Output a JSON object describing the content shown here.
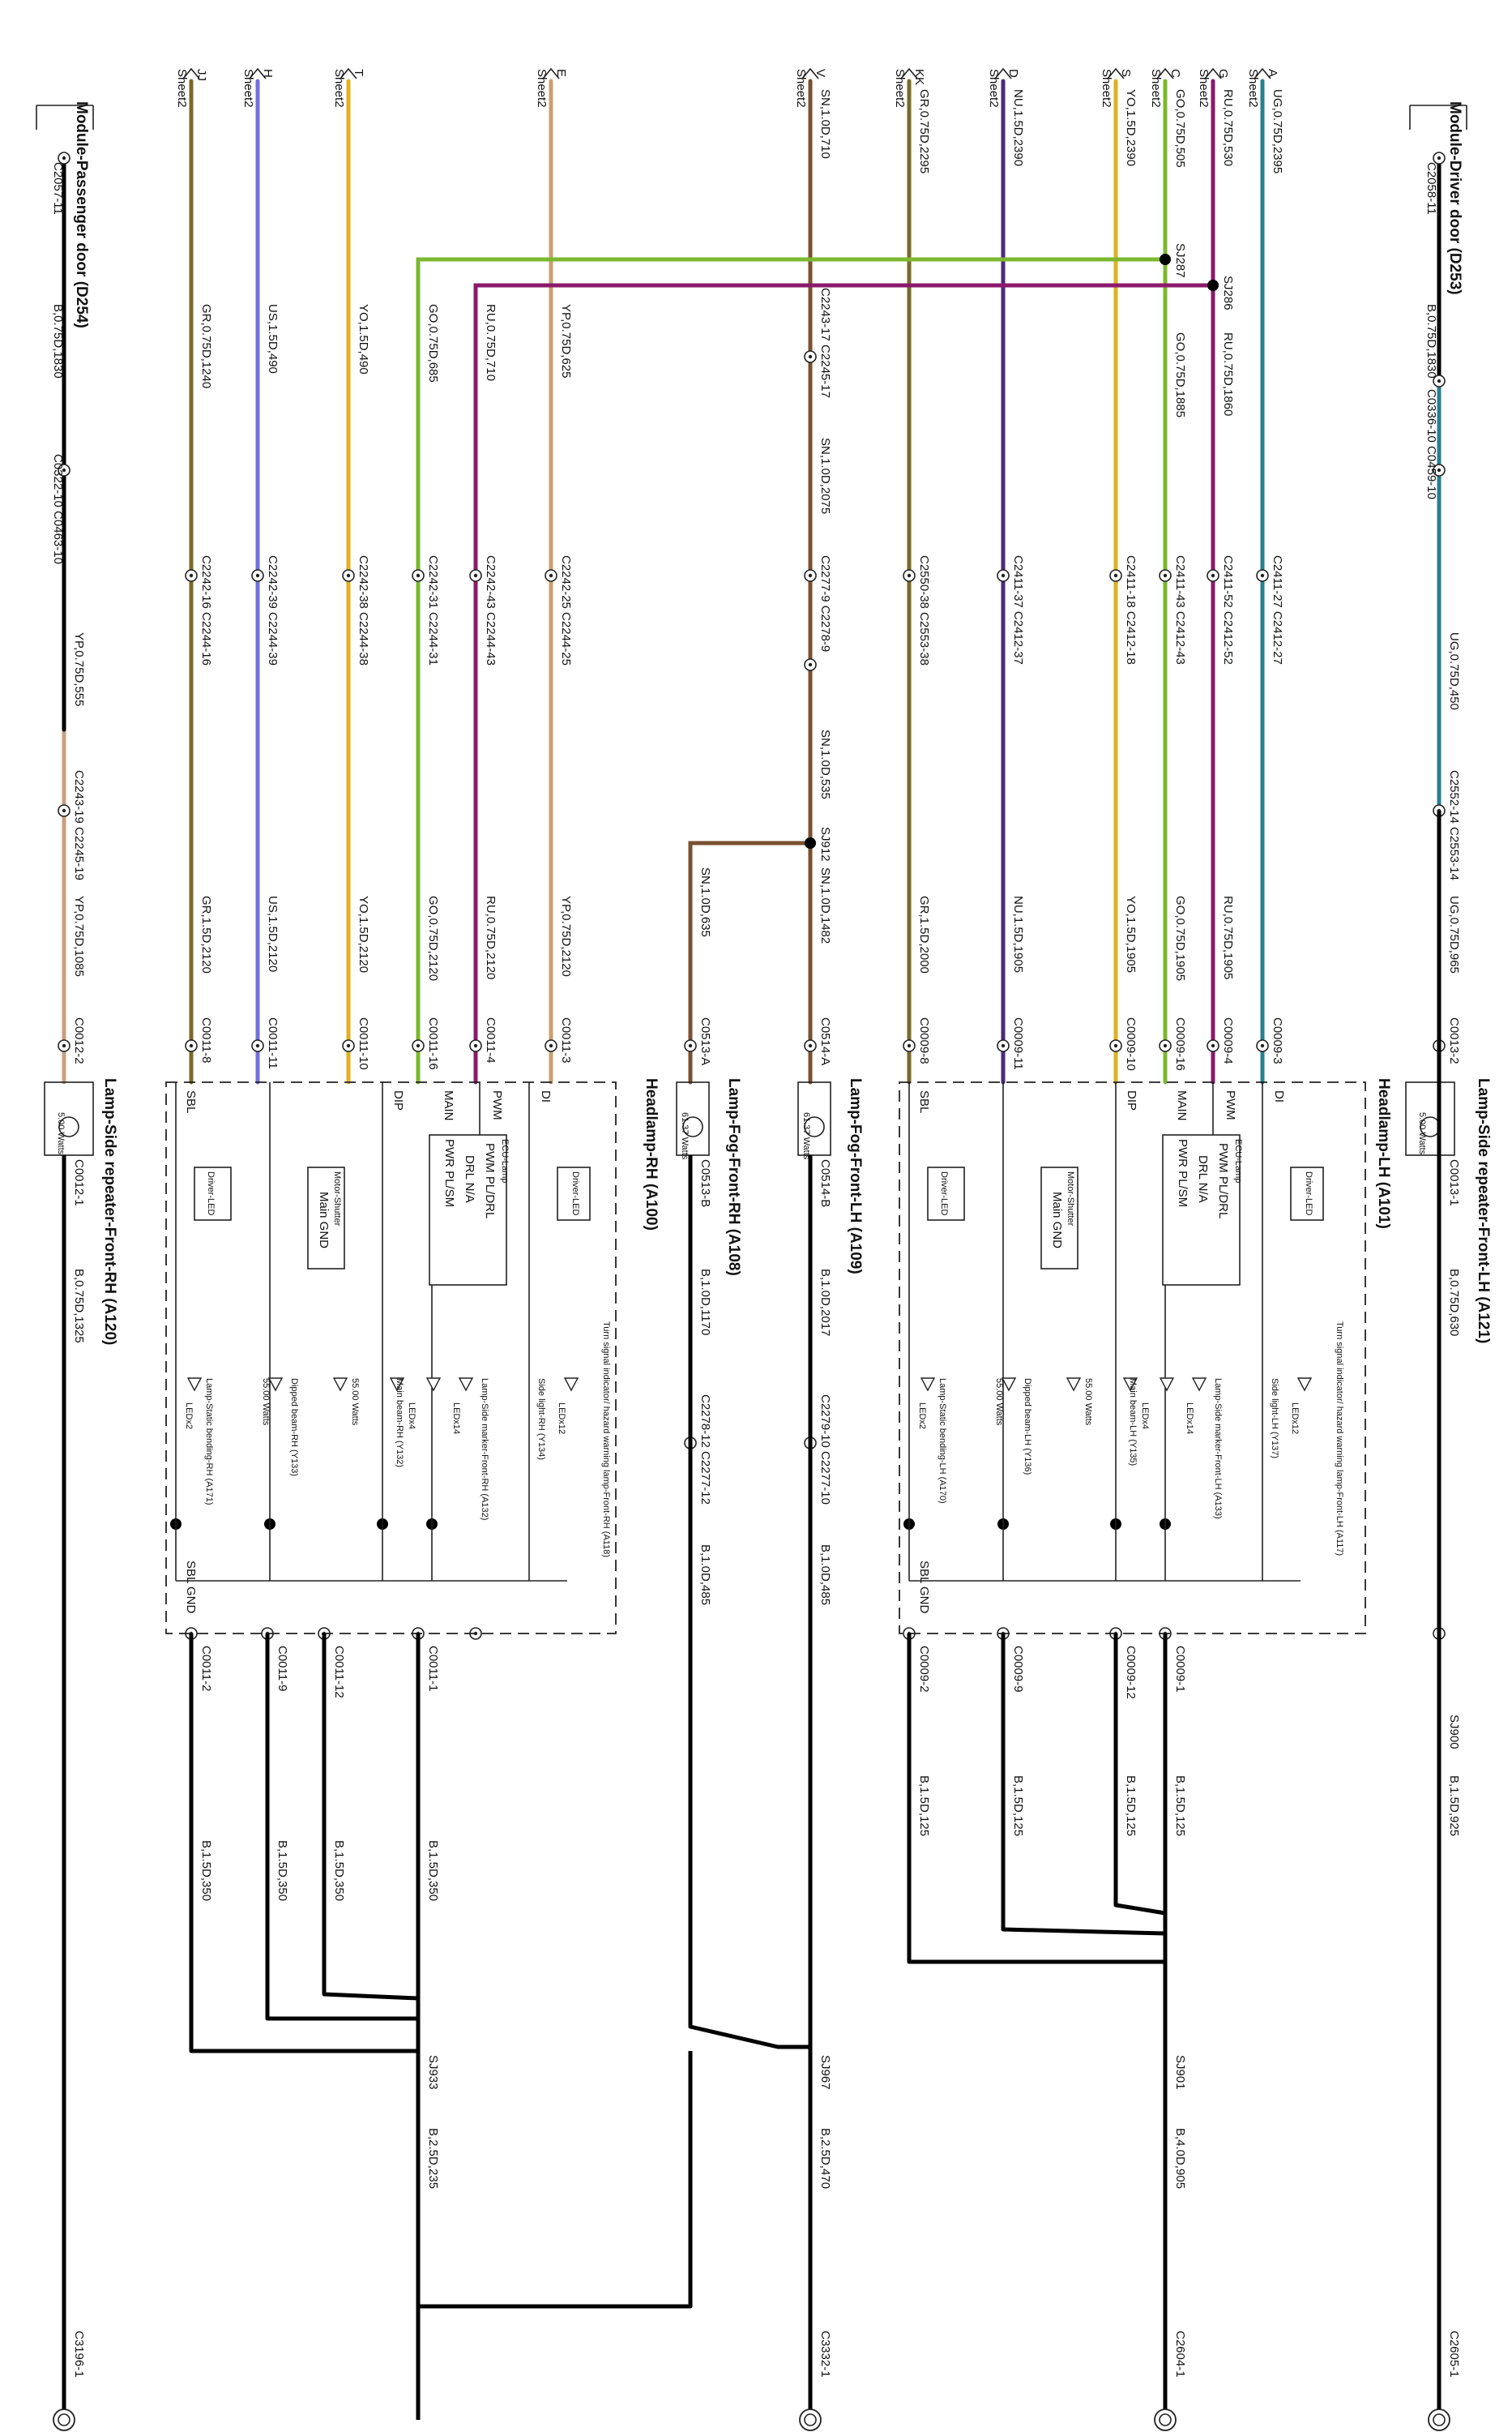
{
  "colors": {
    "G": "#8b1a6b",
    "C": "#7cb82f",
    "A": "#2a7f8f",
    "S": "#e0b020",
    "D": "#4b2a78",
    "KK": "#7a6a2a",
    "V": "#7a5030",
    "E": "#c8a070",
    "T": "#e0b020",
    "H": "#7070e0",
    "JJ": "#7a6a2a",
    "B": "#000000",
    "YP": "#c8a080"
  },
  "sheet_label": "Sheet2",
  "sheet_arrows": [
    {
      "id": "A",
      "letter": "A"
    },
    {
      "id": "G",
      "letter": "G"
    },
    {
      "id": "C",
      "letter": "C"
    },
    {
      "id": "S",
      "letter": "S"
    },
    {
      "id": "D",
      "letter": "D"
    },
    {
      "id": "KK",
      "letter": "KK"
    },
    {
      "id": "V",
      "letter": "V"
    },
    {
      "id": "E",
      "letter": "E"
    },
    {
      "id": "T",
      "letter": "T"
    },
    {
      "id": "H",
      "letter": "H"
    },
    {
      "id": "JJ",
      "letter": "JJ"
    }
  ],
  "modules": {
    "driver": {
      "title": "Module-Driver door (D253)",
      "pin": "C2058-11",
      "wire1": "B,0.75D,1830",
      "conn": "C0336-10 C0459-10"
    },
    "passenger": {
      "title": "Module-Passenger door (D254)",
      "pin": "C2057-11",
      "wire1": "B,0.75D,1830",
      "conn": "C0322-10 C0463-10"
    }
  },
  "wire_labels": [
    "UG,0.75D,2395",
    "RU,0.75D,530",
    "GO,0.75D,505",
    "YO,1.5D,2390",
    "NU,1.5D,2390",
    "GR,0.75D,2295",
    "SN,1.0D,710",
    "SJ287",
    "SJ286",
    "GO,0.75D,1885",
    "RU,0.75D,1860",
    "C2243-17 C2245-17",
    "SN,1.0D,2075",
    "YP,0.75D,625",
    "RU,0.75D,710",
    "GO,0.75D,685",
    "YO,1.5D,490",
    "US,1.5D,490",
    "GR,0.75D,1240",
    "C2411-27 C2412-27",
    "C2411-52 C2412-52",
    "C2411-43 C2412-43",
    "C2411-18 C2412-18",
    "C2411-37 C2412-37",
    "C2550-38 C2553-38",
    "C2277-9 C2278-9",
    "C2242-25 C2244-25",
    "C2242-43 C2244-43",
    "C2242-31 C2244-31",
    "C2242-38 C2244-38",
    "C2242-39 C2244-39",
    "C2242-16 C2244-16",
    "UG,0.75D,450",
    "SN,1.0D,535",
    "YP,0.75D,555",
    "C2552-14 C2553-14",
    "C2243-19 C2245-19",
    "SJ912",
    "SN,1.0D,1482",
    "SN,1.0D,635",
    "UG,0.75D,965",
    "RU,0.75D,1905",
    "GO,0.75D,1905",
    "YO,1.5D,1905",
    "NU,1.5D,1905",
    "GR,1.5D,2000",
    "YP,0.75D,2120",
    "RU,0.75D,2120",
    "GO,0.75D,2120",
    "YO,1.5D,2120",
    "US,1.5D,2120",
    "GR,1.5D,2120",
    "YP,0.75D,1085",
    "C0013-2",
    "C0009-3",
    "C0009-4",
    "C0009-16",
    "C0009-10",
    "C0009-11",
    "C0009-8",
    "C0514-A",
    "C0513-A",
    "C0011-3",
    "C0011-4",
    "C0011-16",
    "C0011-10",
    "C0011-11",
    "C0011-8",
    "C0012-2"
  ],
  "headlamp_lh": {
    "title": "Headlamp-LH (A101)",
    "pins": [
      "DI",
      "PWM",
      "MAIN",
      "DIP",
      "SBL"
    ],
    "gnd": "SBL GND"
  },
  "headlamp_rh": {
    "title": "Headlamp-RH (A100)",
    "pins": [
      "DI",
      "PWM",
      "MAIN",
      "DIP",
      "SBL"
    ],
    "gnd": "SBL GND"
  },
  "inner": {
    "driver_led": "Driver-LED",
    "ecu_lamp": "ECU-Lamp",
    "pwm_pl": "PWM PL/DRL",
    "drl": "DRL N/A",
    "pwr": "PWR PL/SM",
    "motor": "Motor-Shutter",
    "main_gnd": "Main GND",
    "turn_lh": "Turn signal indicator/ hazard warning lamp-Front-LH (A117)",
    "side_lh": "Side light-LH (Y137)",
    "marker_lh": "Lamp-Side marker-Front-LH (A133)",
    "main_lh": "Main beam-LH (Y135)",
    "dipped_lh": "Dipped beam-LH (Y136)",
    "bend_lh": "Lamp-Static bending-LH (A170)",
    "turn_rh": "Turn signal indicator/ hazard warning lamp-Front-RH (A118)",
    "side_rh": "Side light-RH (Y134)",
    "marker_rh": "Lamp-Side marker-Front-RH (A132)",
    "main_rh": "Main beam-RH (Y132)",
    "dipped_rh": "Dipped beam-RH (Y133)",
    "bend_rh": "Lamp-Static bending-RH (A171)",
    "w55": "55.00 Watts",
    "w5": "5.00 Watts",
    "w61": "61.37 Watts",
    "led2": "LEDx2",
    "led4": "LEDx4",
    "led14": "LEDx14",
    "led12": "LEDx12"
  },
  "repeaters": {
    "lh": {
      "title": "Lamp-Side repeater-Front-LH (A121)",
      "out": "C0013-1",
      "wire": "B,0.75D,630"
    },
    "rh": {
      "title": "Lamp-Side repeater-Front-RH (A120)",
      "out": "C0012-1",
      "wire": "B,0.75D,1325"
    }
  },
  "fog": {
    "lh": {
      "title": "Lamp-Fog-Front-LH (A109)",
      "out": "C0514-B",
      "wire": "B,1.0D,2017"
    },
    "rh": {
      "title": "Lamp-Fog-Front-RH (A108)",
      "out": "C0513-B",
      "wire": "B,1.0D,1170"
    }
  },
  "ground_labels": [
    "C2279-10 C2277-10",
    "C2278-12 C2277-12",
    "B,1.0D,485",
    "B,1.0D,485",
    "C0009-1",
    "C0009-12",
    "C0009-9",
    "C0009-2",
    "C0011-1",
    "C0011-12",
    "C0011-9",
    "C0011-2",
    "SJ900",
    "B,1.5D,925",
    "B,1.5D,125",
    "B,1.5D,125",
    "B,1.5D,125",
    "B,1.5D,125",
    "B,1.5D,350",
    "B,1.5D,350",
    "B,1.5D,350",
    "B,1.5D,350",
    "SJ901",
    "B,4.0D,905",
    "SJ967",
    "B,2.5D,470",
    "SJ933",
    "B,2.5D,235",
    "C2605-1",
    "C2604-1",
    "C3332-1",
    "C3196-1"
  ]
}
